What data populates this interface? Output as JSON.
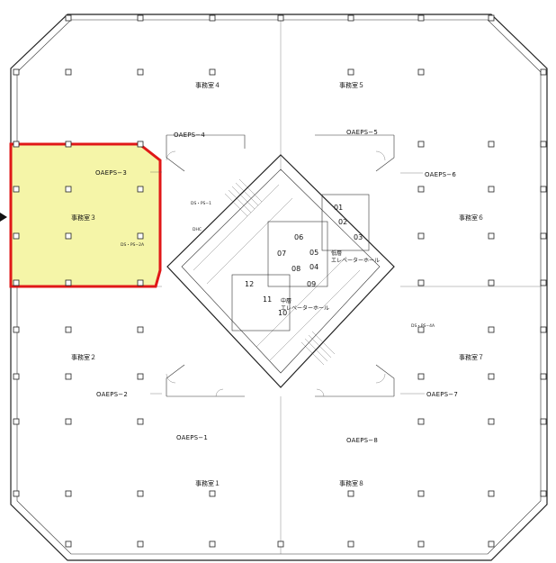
{
  "plan": {
    "highlight": {
      "fill": "#f5f5a8",
      "border": "#e01818"
    },
    "marker_icon": "arrow-right-icon",
    "rooms": {
      "office_1": "事務室１",
      "office_2": "事務室２",
      "office_3": "事務室３",
      "office_4": "事務室４",
      "office_5": "事務室５",
      "office_6": "事務室６",
      "office_7": "事務室７",
      "office_8": "事務室８"
    },
    "eps": {
      "oaeps_1": "OAEPS−1",
      "oaeps_2": "OAEPS−2",
      "oaeps_3": "OAEPS−3",
      "oaeps_4": "OAEPS−4",
      "oaeps_5": "OAEPS−5",
      "oaeps_6": "OAEPS−6",
      "oaeps_7": "OAEPS−7",
      "oaeps_8": "OAEPS−8",
      "ds_ps_2a": "DS・PS−2A",
      "ds_ps_4a": "DS・PS−4A",
      "ds_ps_1": "DS・PS−1"
    },
    "halls": {
      "hall_upper": "低層\nエレベーターホール",
      "hall_lower": "中層\nエレベーターホール"
    },
    "elevators": [
      "01",
      "02",
      "03",
      "04",
      "05",
      "06",
      "07",
      "08",
      "09",
      "10",
      "11",
      "12"
    ],
    "misc": {
      "dhc": "DHC"
    }
  }
}
